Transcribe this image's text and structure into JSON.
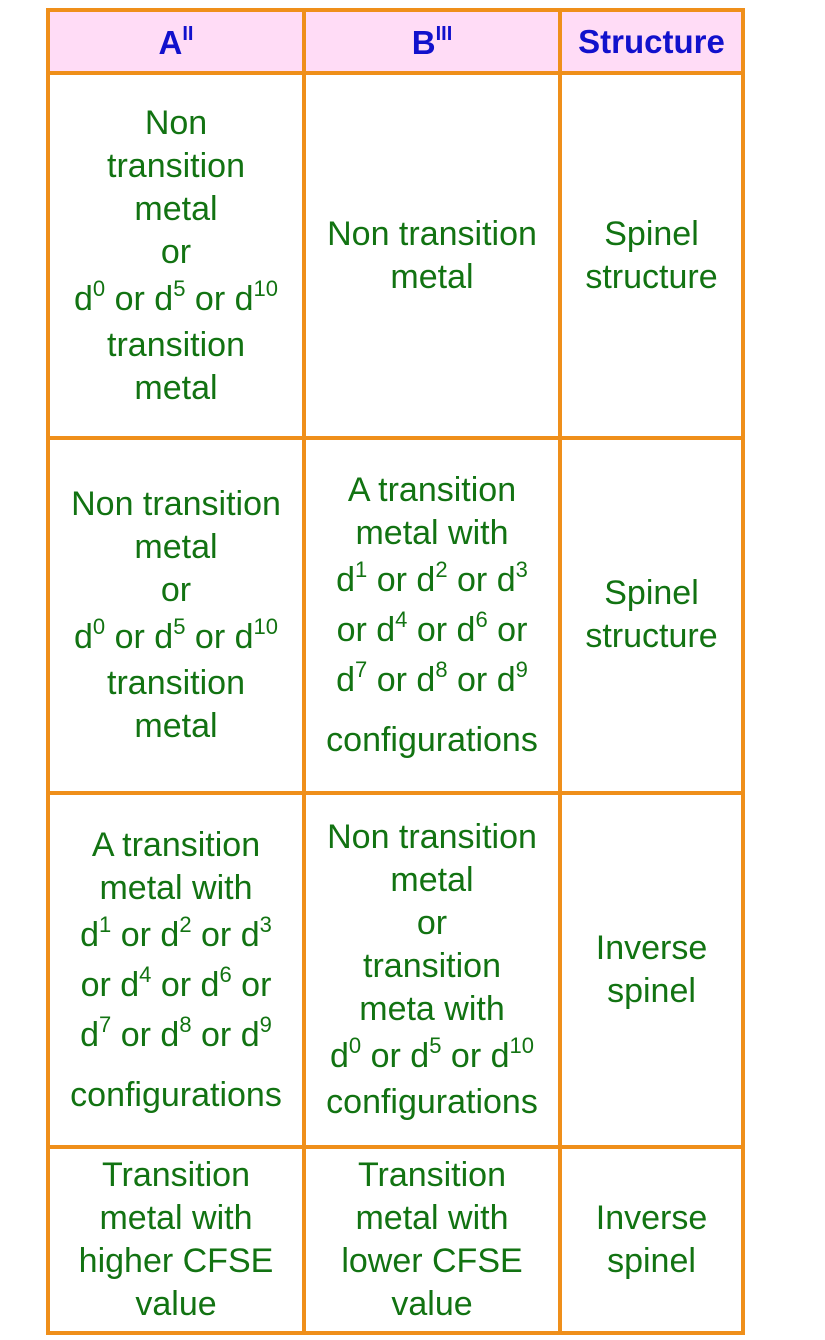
{
  "header": {
    "col_a": {
      "letter": "A",
      "sup": "II"
    },
    "col_b": {
      "letter": "B",
      "sup": "III"
    },
    "col_structure": "Structure"
  },
  "rows": [
    {
      "a": {
        "l1": "Non",
        "l2": "transition",
        "l3": "metal",
        "l4": "or",
        "dconf": [
          "d",
          "0",
          " or d",
          "5",
          " or d",
          "10"
        ],
        "l6": "transition",
        "l7": "metal"
      },
      "b": {
        "l1": "Non transition",
        "l2": "metal"
      },
      "structure": {
        "l1": "Spinel",
        "l2": "structure"
      }
    },
    {
      "a": {
        "l1": "Non transition",
        "l2": "metal",
        "l3": "or",
        "dconf": [
          "d",
          "0",
          " or d",
          "5",
          " or d",
          "10"
        ],
        "l5": "transition",
        "l6": "metal"
      },
      "b": {
        "l1": "A transition",
        "l2": "metal with",
        "d1": [
          "d",
          "1",
          " or d",
          "2",
          " or d",
          "3"
        ],
        "d2": [
          "or d",
          "4",
          " or d",
          "6",
          " or"
        ],
        "d3": [
          "d",
          "7",
          " or d",
          "8",
          " or d",
          "9"
        ],
        "cfg": "configurations"
      },
      "structure": {
        "l1": "Spinel",
        "l2": "structure"
      }
    },
    {
      "a": {
        "l1": "A transition",
        "l2": "metal with",
        "d1": [
          "d",
          "1",
          " or d",
          "2",
          " or d",
          "3"
        ],
        "d2": [
          "or d",
          "4",
          " or d",
          "6",
          " or"
        ],
        "d3": [
          "d",
          "7",
          " or d",
          "8",
          " or d",
          "9"
        ],
        "cfg": "configurations"
      },
      "b": {
        "l1": "Non transition",
        "l2": "metal",
        "l3": "or",
        "l4": "transition",
        "l5": "meta with",
        "dconf": [
          "d",
          "0",
          " or d",
          "5",
          " or d",
          "10"
        ],
        "cfg": "configurations"
      },
      "structure": {
        "l1": "Inverse",
        "l2": "spinel"
      }
    },
    {
      "a": {
        "l1": "Transition",
        "l2": "metal with",
        "l3": "higher CFSE",
        "l4": "value"
      },
      "b": {
        "l1": "Transition",
        "l2": "metal with",
        "l3": "lower CFSE",
        "l4": "value"
      },
      "structure": {
        "l1": "Inverse",
        "l2": "spinel"
      }
    }
  ]
}
